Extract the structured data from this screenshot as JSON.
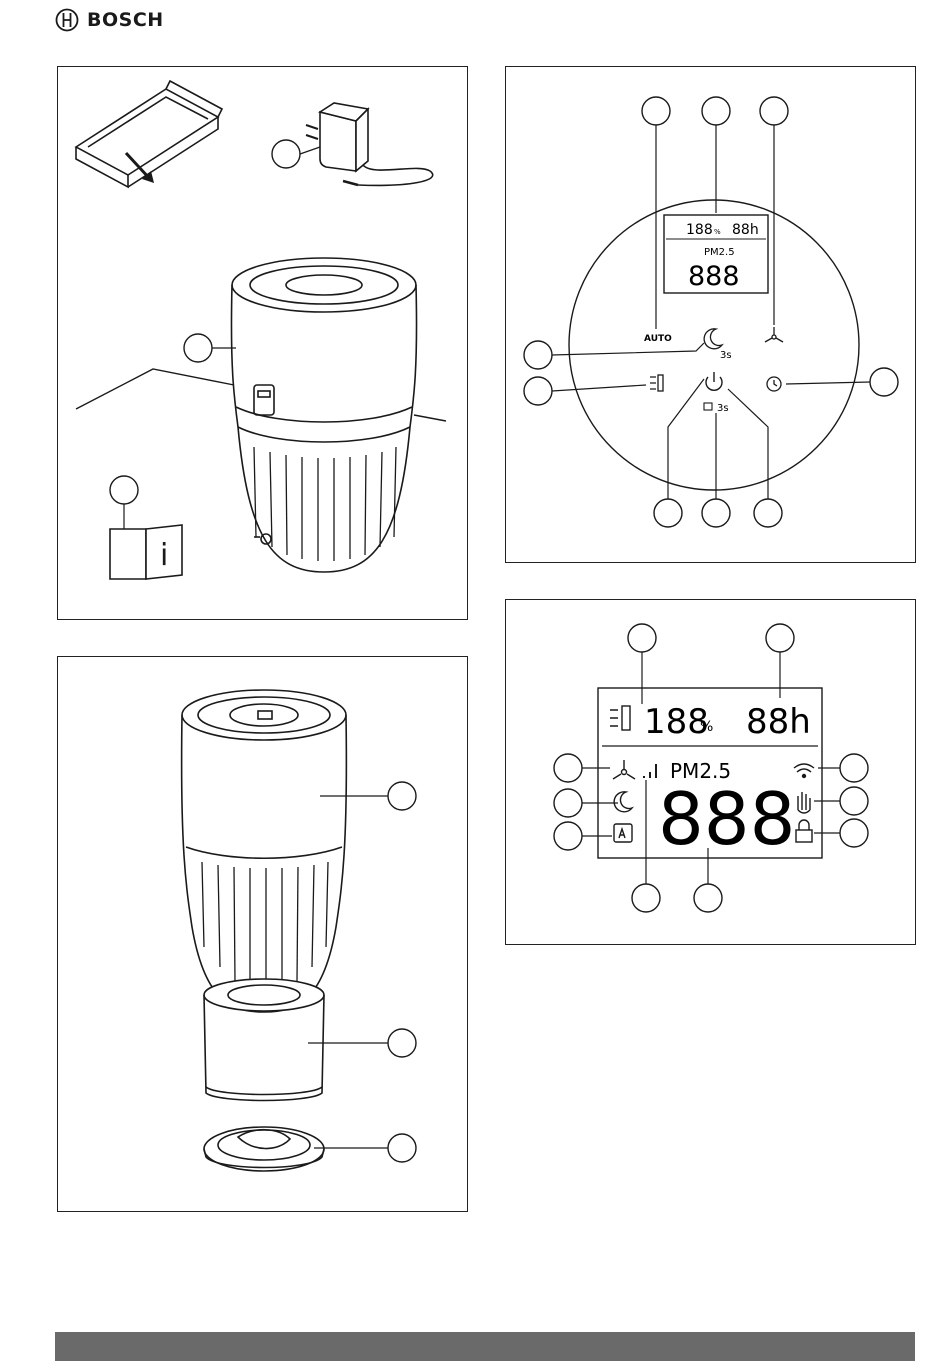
{
  "header": {
    "brand": "BOSCH",
    "logo_icon": "bosch-armature-icon"
  },
  "control_panel": {
    "buttons": {
      "auto_label": "AUTO"
    },
    "hints": {
      "sleep_hold": "3s",
      "lock_hold": "3s"
    },
    "mini_display": {
      "filter_value": "188",
      "filter_unit": "%",
      "timer_value": "88h",
      "pm_label": "PM2.5",
      "main_value": "888"
    }
  },
  "display_panel": {
    "filter_value": "188",
    "filter_unit": "%",
    "timer_value": "88h",
    "pm_label": "PM2.5",
    "main_value": "888"
  },
  "manual_panel": {
    "info_glyph": "i"
  },
  "colors": {
    "line": "#1a1a1a",
    "footer_bar": "#6a6a6a",
    "background": "#ffffff"
  }
}
